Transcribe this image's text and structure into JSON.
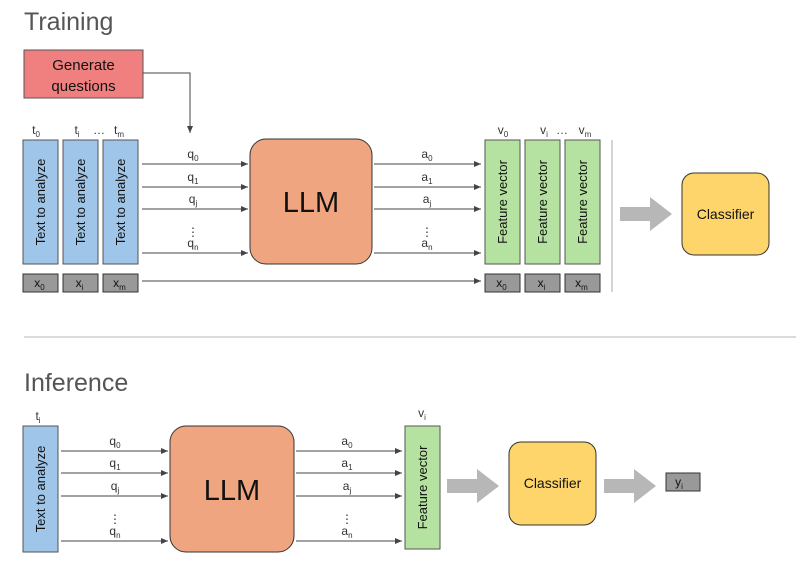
{
  "training": {
    "title": "Training",
    "generate_questions": [
      "Generate",
      "questions"
    ],
    "text_box_label": "Text to analyze",
    "text_labels": [
      {
        "base": "t",
        "sub": "0"
      },
      {
        "base": "t",
        "sub": "i"
      },
      {
        "base": "t",
        "sub": "m"
      }
    ],
    "text_ellipsis": "…",
    "x_labels": [
      {
        "base": "x",
        "sub": "0"
      },
      {
        "base": "x",
        "sub": "i"
      },
      {
        "base": "x",
        "sub": "m"
      }
    ],
    "questions": [
      {
        "base": "q",
        "sub": "0"
      },
      {
        "base": "q",
        "sub": "1"
      },
      {
        "base": "q",
        "sub": "j"
      },
      {
        "base": "q",
        "sub": "n"
      }
    ],
    "llm_label": "LLM",
    "answers": [
      {
        "base": "a",
        "sub": "0"
      },
      {
        "base": "a",
        "sub": "1"
      },
      {
        "base": "a",
        "sub": "j"
      },
      {
        "base": "a",
        "sub": "n"
      }
    ],
    "feature_box_label": "Feature vector",
    "feature_labels": [
      {
        "base": "v",
        "sub": "0"
      },
      {
        "base": "v",
        "sub": "i"
      },
      {
        "base": "v",
        "sub": "m"
      }
    ],
    "feature_ellipsis": "…",
    "fx_labels": [
      {
        "base": "x",
        "sub": "0"
      },
      {
        "base": "x",
        "sub": "i"
      },
      {
        "base": "x",
        "sub": "m"
      }
    ],
    "classifier_label": "Classifier",
    "vdots": "⋮"
  },
  "inference": {
    "title": "Inference",
    "text_label": {
      "base": "t",
      "sub": "i"
    },
    "text_box_label": "Text to analyze",
    "questions": [
      {
        "base": "q",
        "sub": "0"
      },
      {
        "base": "q",
        "sub": "1"
      },
      {
        "base": "q",
        "sub": "j"
      },
      {
        "base": "q",
        "sub": "n"
      }
    ],
    "llm_label": "LLM",
    "answers": [
      {
        "base": "a",
        "sub": "0"
      },
      {
        "base": "a",
        "sub": "1"
      },
      {
        "base": "a",
        "sub": "j"
      },
      {
        "base": "a",
        "sub": "n"
      }
    ],
    "feature_label": {
      "base": "v",
      "sub": "i"
    },
    "feature_box_label": "Feature vector",
    "classifier_label": "Classifier",
    "output_label": {
      "base": "y",
      "sub": "i"
    },
    "vdots": "⋮"
  },
  "colors": {
    "text_box": "#9fc5e8",
    "feature_box": "#b6e2a1",
    "llm_box": "#f0a581",
    "classifier_box": "#fed56a",
    "generate_box": "#f08080",
    "x_box": "#999999",
    "big_arrow": "#b7b7b7"
  }
}
